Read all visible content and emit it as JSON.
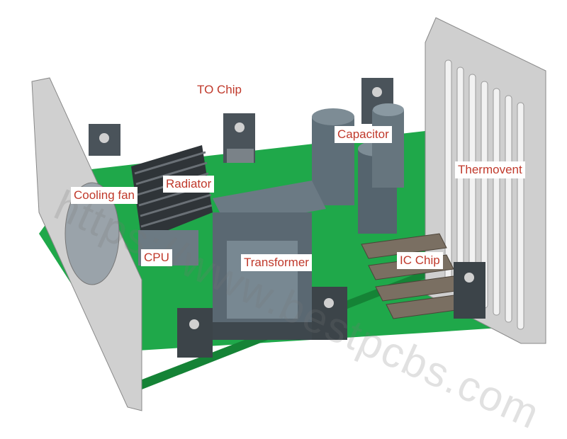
{
  "labels": {
    "to_chip": "TO Chip",
    "capacitor": "Capacitor",
    "thermovent": "Thermovent",
    "radiator": "Radiator",
    "cooling_fan": "Cooling fan",
    "cpu": "CPU",
    "transformer": "Transformer",
    "ic_chip": "IC Chip"
  },
  "watermark": "https://www.bestpcbs.com",
  "colors": {
    "pcb": "#1fa84a",
    "pcb_edge": "#158336",
    "panel": "#c9c9c9",
    "component": "#5f6f7a",
    "label_text": "#c0392b"
  }
}
